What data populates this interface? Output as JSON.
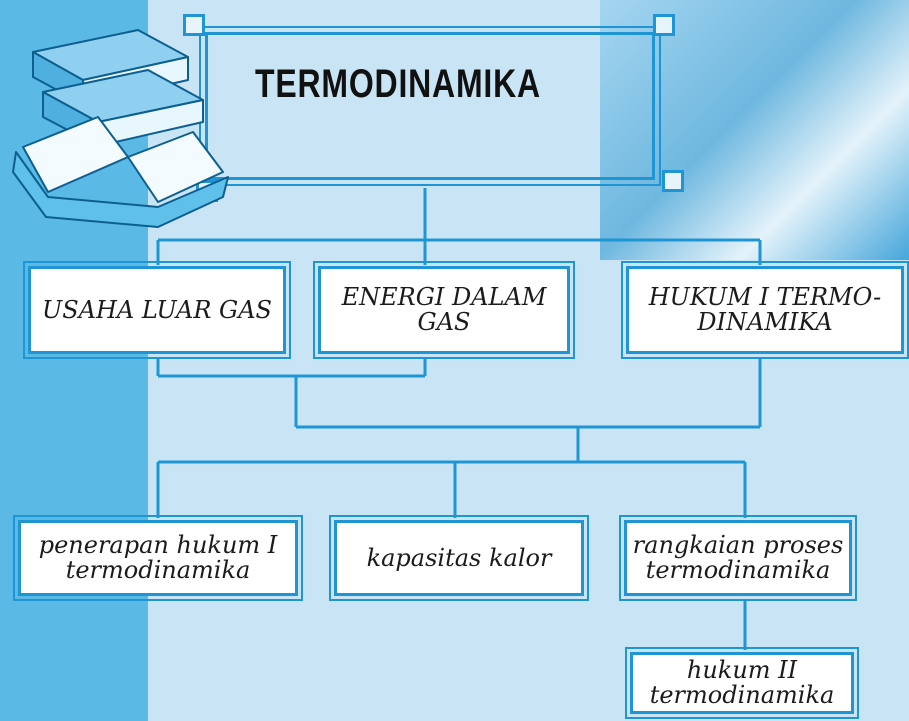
{
  "title": "TERMODINAMIKA",
  "level1": {
    "usaha": "USAHA LUAR GAS",
    "energi": "ENERGI DALAM GAS",
    "hukum1": "HUKUM I TERMO-DINAMIKA"
  },
  "level2": {
    "penerapan": "penerapan hukum I termodinamika",
    "kapasitas": "kapasitas kalor",
    "rangkaian": "rangkaian proses termodinamika"
  },
  "level3": {
    "hukum2": "hukum II termodinamika"
  },
  "colors": {
    "stripe": "#5bb9e6",
    "line": "#1f95d3",
    "background": "#c9e5f5"
  }
}
